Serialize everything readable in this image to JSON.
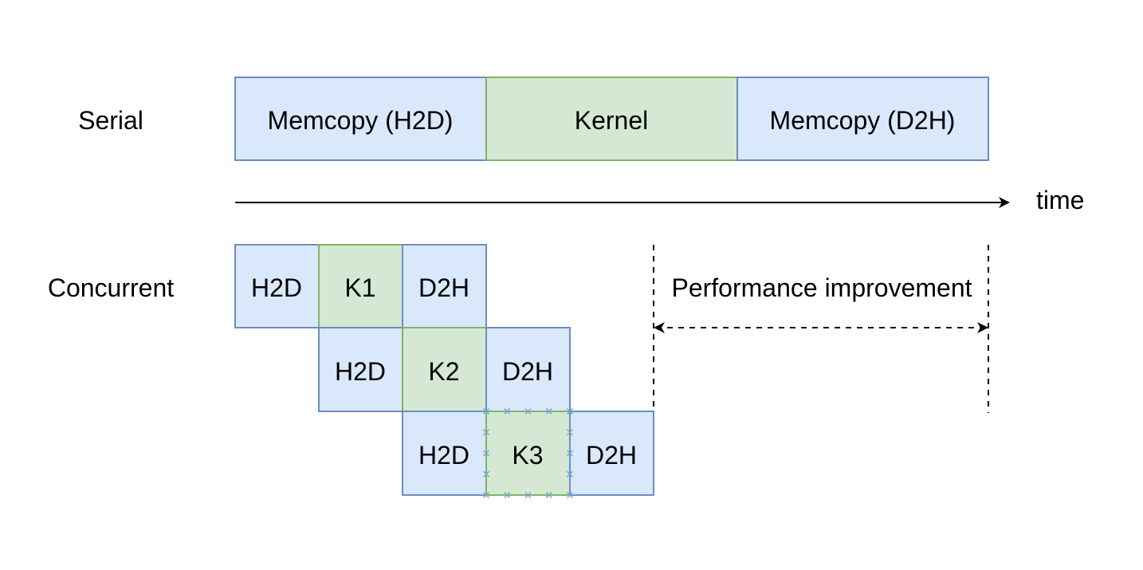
{
  "rows": {
    "serial_label": "Serial",
    "concurrent_label": "Concurrent"
  },
  "serial": {
    "memcopy_h2d": "Memcopy (H2D)",
    "kernel": "Kernel",
    "memcopy_d2h": "Memcopy (D2H)"
  },
  "time_axis": {
    "label": "time"
  },
  "concurrent": {
    "stream1": {
      "h2d": "H2D",
      "kernel": "K1",
      "d2h": "D2H"
    },
    "stream2": {
      "h2d": "H2D",
      "kernel": "K2",
      "d2h": "D2H"
    },
    "stream3": {
      "h2d": "H2D",
      "kernel": "K3",
      "d2h": "D2H"
    }
  },
  "improvement": {
    "label": "Performance improvement"
  },
  "colors": {
    "memcopy_fill": "#dae8fc",
    "memcopy_stroke": "#6c8ebf",
    "kernel_fill": "#d5e8d4",
    "kernel_stroke": "#82b366",
    "selection_marker": "#6fa8dc"
  }
}
